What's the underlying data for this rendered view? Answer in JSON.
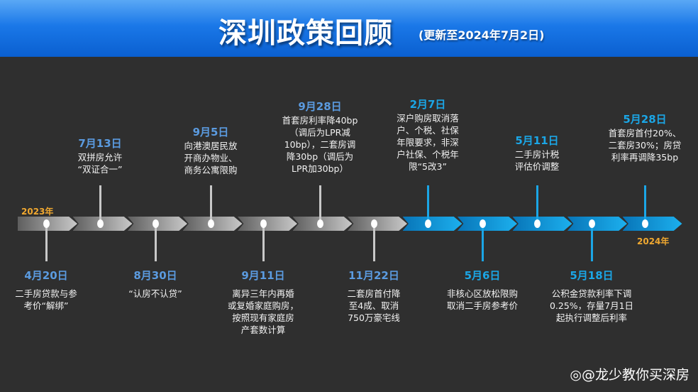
{
  "header": {
    "title": "深圳政策回顾",
    "subtitle": "(更新至2024年7月2日)"
  },
  "timeline": {
    "start_year": "2023年",
    "end_year": "2024年",
    "events": [
      {
        "date": "4月20日",
        "text": "二手房贷款与参\n考价“解绑”"
      },
      {
        "date": "7月13日",
        "text": "双拼房允许\n“双证合一”"
      },
      {
        "date": "8月30日",
        "text": "“认房不认贷”"
      },
      {
        "date": "9月5日",
        "text": "向港澳居民放\n开商办物业、\n商务公寓限购"
      },
      {
        "date": "9月11日",
        "text": "离异三年内再婚\n或复婚家庭购房，\n按照现有家庭房\n产套数计算"
      },
      {
        "date": "9月28日",
        "text": "首套房利率降40bp\n（调后为LPR减\n10bp），二套房调\n降30bp（调后为\nLPR加30bp）"
      },
      {
        "date": "11月22日",
        "text": "二套房首付降\n至4成、取消\n750万豪宅线"
      },
      {
        "date": "2月7日",
        "text": "深户购房取消落\n户、个税、社保\n年限要求，非深\n户社保、个税年\n限“5改3”"
      },
      {
        "date": "5月6日",
        "text": "非核心区放松限购\n取消二手房参考价"
      },
      {
        "date": "5月11日",
        "text": "二手房计税\n评估价调整"
      },
      {
        "date": "5月18日",
        "text": "公积金贷款利率下调\n0.25%，存量7月1日\n起执行调整后利率"
      },
      {
        "date": "5月28日",
        "text": "首套房首付20%、\n二套房30%；房贷\n利率再调降35bp"
      }
    ]
  },
  "watermark": "@龙少教你买深房",
  "colors": {
    "past": "#9a9a9a",
    "recent": "#1ba6e6",
    "year": "#f0a830"
  }
}
